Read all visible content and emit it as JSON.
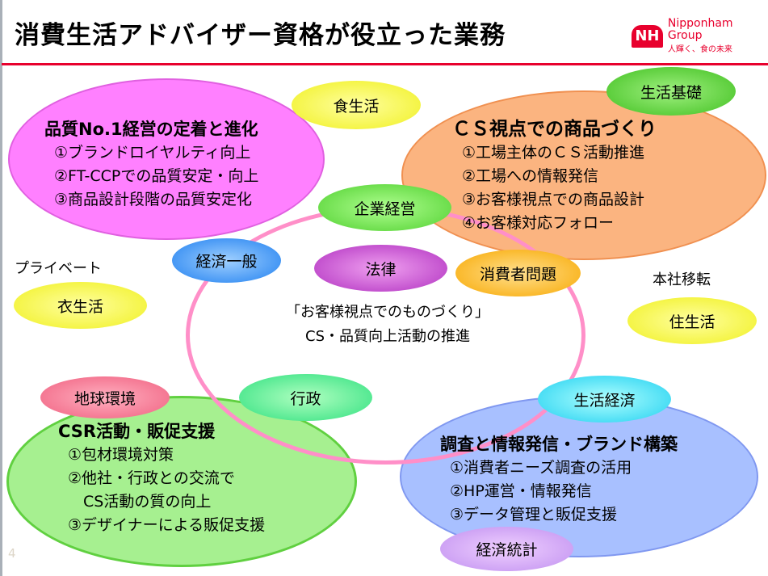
{
  "title": "消費生活アドバイザー資格が役立った業務",
  "logo": {
    "mark": "NH",
    "name": "Nipponham Group",
    "tagline": "人輝く、食の未来"
  },
  "blocks": {
    "quality": {
      "heading": "品質No.1経営の定着と進化",
      "items": [
        "①ブランドロイヤルティ向上",
        "②FT-CCPでの品質安定・向上",
        "③商品設計段階の品質安定化"
      ]
    },
    "cs": {
      "heading": "ＣＳ視点での商品づくり",
      "items": [
        "①工場主体のＣＳ活動推進",
        "②工場への情報発信",
        "③お客様視点での商品設計",
        "④お客様対応フォロー"
      ]
    },
    "csr": {
      "heading": "CSR活動・販促支援",
      "items": [
        "①包材環境対策",
        "②他社・行政との交流で",
        "　CS活動の質の向上",
        "③デザイナーによる販促支援"
      ]
    },
    "research": {
      "heading": "調査と情報発信・ブランド構築",
      "items": [
        "①消費者ニーズ調査の活用",
        "②HP運営・情報発信",
        "③データ管理と販促支援"
      ]
    }
  },
  "center": [
    "「お客様視点でのものづくり」",
    "CS・品質向上活動の推進"
  ],
  "topics": [
    "食生活",
    "生活基礎",
    "企業経営",
    "経済一般",
    "法律",
    "消費者問題",
    "衣生活",
    "住生活",
    "地球環境",
    "行政",
    "生活経済",
    "経済統計"
  ],
  "labels": {
    "private": "プライベート",
    "relocation": "本社移転"
  },
  "page_number": "4"
}
